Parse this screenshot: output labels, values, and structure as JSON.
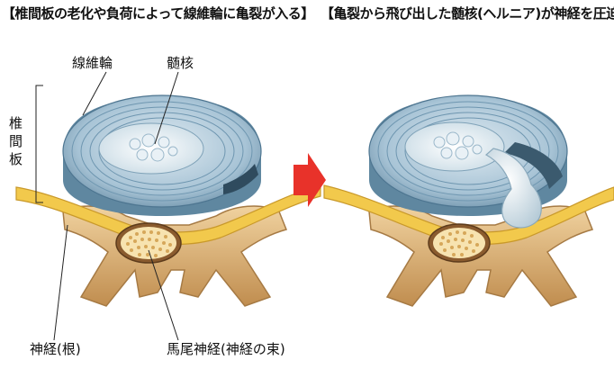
{
  "captions": {
    "left": "【椎間板の老化や負荷によって線維輪に亀裂が入る】",
    "right": "【亀裂から飛び出した髄核(ヘルニア)が神経を圧迫】"
  },
  "labels": {
    "annulus": "線維輪",
    "nucleus": "髄核",
    "disc": [
      "椎",
      "間",
      "板"
    ],
    "nerve_root": "神経(根)",
    "cauda": "馬尾神経(神経の束)"
  },
  "colors": {
    "disc_blue": "#8fb4cc",
    "bone": "#d9b279",
    "nerve_yellow": "#f2c94c",
    "arrow_red": "#e8322a"
  }
}
